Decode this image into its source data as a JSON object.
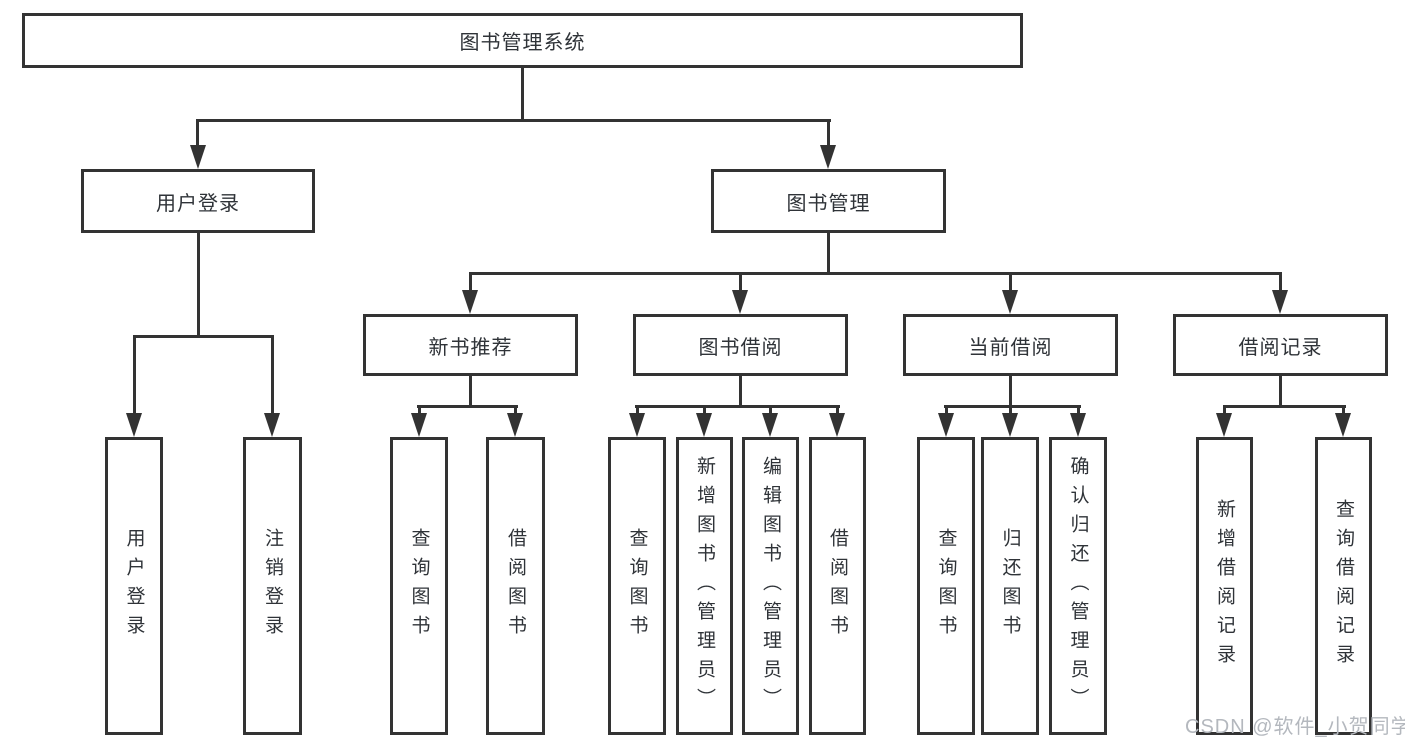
{
  "tree": {
    "root": {
      "label": "图书管理系统"
    },
    "branches": [
      {
        "label": "用户登录",
        "children": [
          {
            "label": "用户登录"
          },
          {
            "label": "注销登录"
          }
        ]
      },
      {
        "label": "图书管理",
        "children": [
          {
            "label": "新书推荐",
            "children": [
              {
                "label": "查询图书"
              },
              {
                "label": "借阅图书"
              }
            ]
          },
          {
            "label": "图书借阅",
            "children": [
              {
                "label": "查询图书"
              },
              {
                "label": "新增图书（管理员）"
              },
              {
                "label": "编辑图书（管理员）"
              },
              {
                "label": "借阅图书"
              }
            ]
          },
          {
            "label": "当前借阅",
            "children": [
              {
                "label": "查询图书"
              },
              {
                "label": "归还图书"
              },
              {
                "label": "确认归还（管理员）"
              }
            ]
          },
          {
            "label": "借阅记录",
            "children": [
              {
                "label": "新增借阅记录"
              },
              {
                "label": "查询借阅记录"
              }
            ]
          }
        ]
      }
    ]
  },
  "watermark": {
    "text": "CSDN @软件_小贺同学",
    "color": "#b4b8be"
  },
  "colors": {
    "line": "#333333",
    "text": "#2f3338",
    "background": "#ffffff"
  }
}
